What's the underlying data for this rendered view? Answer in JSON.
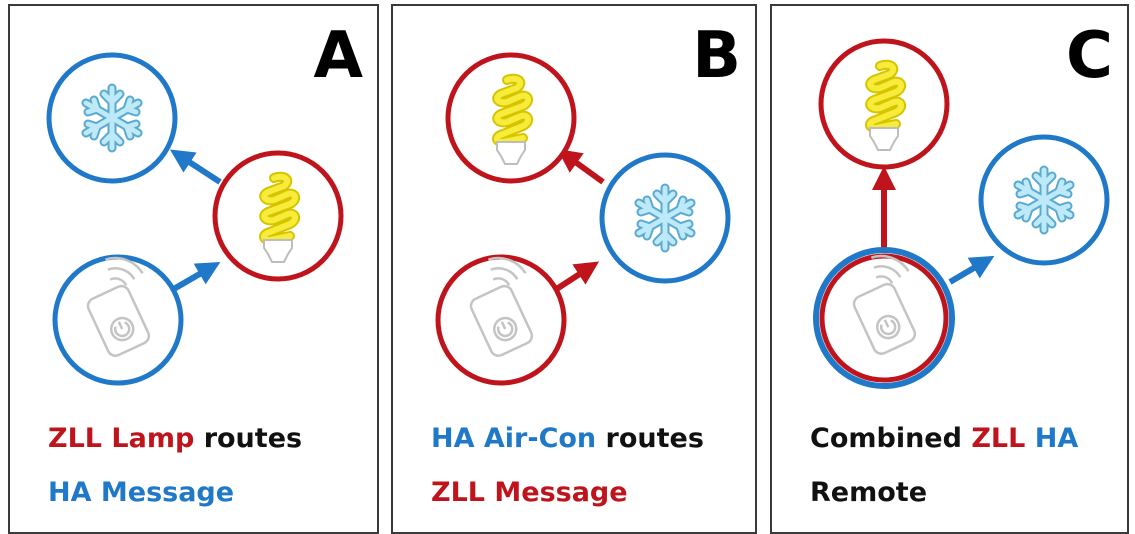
{
  "colors": {
    "zll": "#c0141c",
    "ha": "#1f78c8",
    "text": "#111111",
    "snowflake": "#8fd3ee",
    "bulb": "#f0e21a",
    "remote": "#bfbfbf"
  },
  "panels": [
    {
      "letter": "A",
      "caption_line1": [
        {
          "text": "ZLL",
          "role": "zll"
        },
        {
          "text": " Lamp",
          "role": "zll"
        },
        {
          "text": " routes",
          "role": "text"
        }
      ],
      "caption_line2": [
        {
          "text": "HA Message",
          "role": "ha"
        }
      ],
      "nodes": [
        {
          "name": "snowflake-node",
          "icon": "snowflake-icon",
          "ring": "ha"
        },
        {
          "name": "lamp-node",
          "icon": "light-bulb-icon",
          "ring": "zll"
        },
        {
          "name": "remote-node",
          "icon": "remote-control-icon",
          "ring": "ha"
        }
      ]
    },
    {
      "letter": "B",
      "caption_line1": [
        {
          "text": "HA Air-Con",
          "role": "ha"
        },
        {
          "text": " routes",
          "role": "text"
        }
      ],
      "caption_line2": [
        {
          "text": "ZLL Message",
          "role": "zll"
        }
      ],
      "nodes": [
        {
          "name": "lamp-node",
          "icon": "light-bulb-icon",
          "ring": "zll"
        },
        {
          "name": "snowflake-node",
          "icon": "snowflake-icon",
          "ring": "ha"
        },
        {
          "name": "remote-node",
          "icon": "remote-control-icon",
          "ring": "zll"
        }
      ]
    },
    {
      "letter": "C",
      "caption_line1": [
        {
          "text": "Combined ",
          "role": "text"
        },
        {
          "text": "ZLL",
          "role": "zll"
        },
        {
          "text": " HA",
          "role": "ha"
        }
      ],
      "caption_line2": [
        {
          "text": "Remote",
          "role": "text"
        }
      ],
      "nodes": [
        {
          "name": "lamp-node",
          "icon": "light-bulb-icon",
          "ring": "zll"
        },
        {
          "name": "snowflake-node",
          "icon": "snowflake-icon",
          "ring": "ha"
        },
        {
          "name": "remote-node",
          "icon": "remote-control-icon",
          "ring": "zll+ha"
        }
      ]
    }
  ]
}
